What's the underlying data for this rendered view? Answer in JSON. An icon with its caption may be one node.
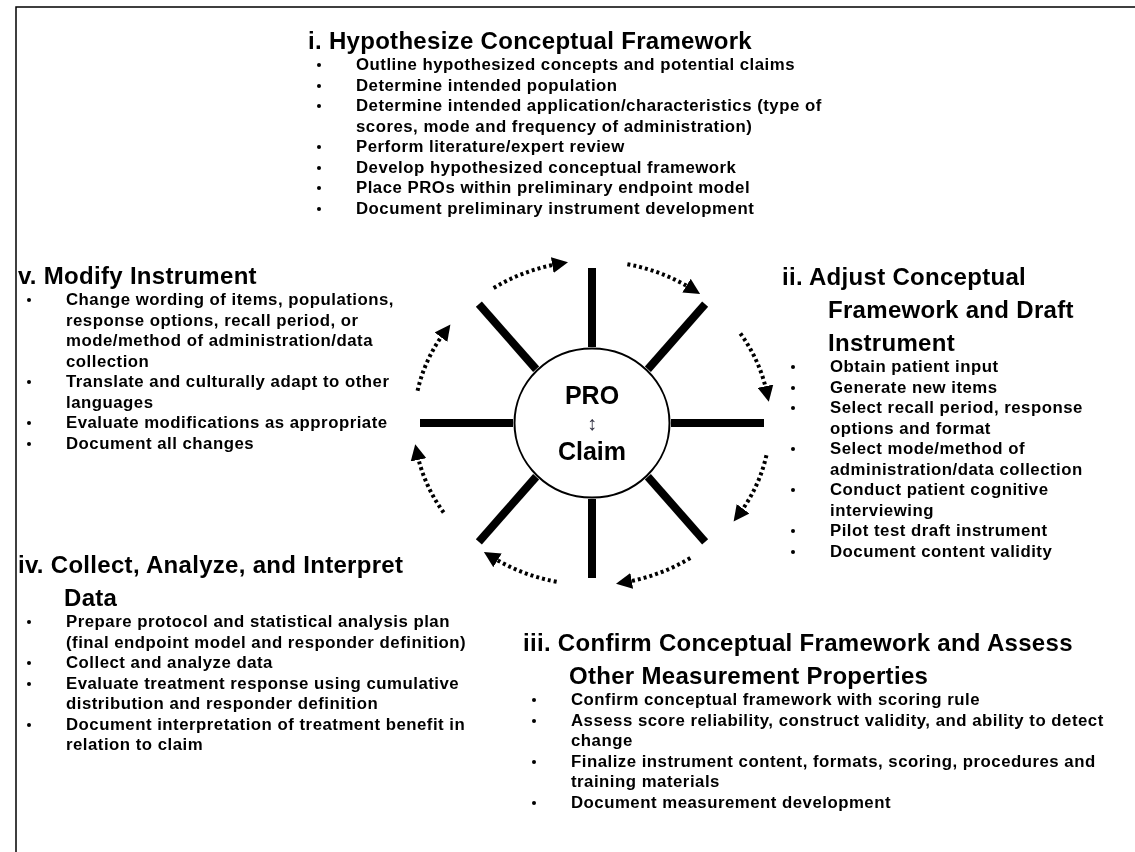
{
  "diagram": {
    "nodes": [
      {
        "text": [
          "PRO",
          "↕",
          "Claim"
        ]
      },
      {
        "text": [
          "i. Hypothesize Conceptual Framework",
          "Outline hypothesized concepts and potential claims",
          "Determine intended population",
          "Determine intended application/characteristics (type of scores, mode and frequency of administration)",
          "Perform literature/expert review",
          "Develop hypothesized conceptual framework",
          "Place PROs within preliminary endpoint model",
          "Document preliminary instrument development"
        ]
      },
      {
        "text": [
          "ii. Adjust Conceptual Framework and Draft Instrument",
          "Obtain patient input",
          "Generate new items",
          "Select recall period, response options and format",
          "Select mode/method of administration/data collection",
          "Conduct patient cognitive interviewing",
          "Pilot test draft instrument",
          "Document content validity"
        ]
      },
      {
        "text": [
          "iii. Confirm Conceptual Framework and Assess Other Measurement Properties",
          "Confirm conceptual framework with scoring rule",
          "Assess score reliability, construct validity, and ability to detect change",
          "Finalize instrument content, formats, scoring, procedures and training materials",
          "Document measurement development"
        ]
      },
      {
        "text": [
          "iv. Collect, Analyze, and Interpret Data",
          "Prepare protocol and statistical analysis plan (final endpoint model and responder definition)",
          "Collect and analyze data",
          "Evaluate treatment response using cumulative distribution and responder definition",
          "Document interpretation of treatment benefit in relation to claim"
        ]
      },
      {
        "text": [
          "v. Modify Instrument",
          "Change wording of items, populations, response options, recall period, or mode/method of administration/data collection",
          "Translate and culturally adapt to other languages",
          "Evaluate modifications as appropriate",
          "Document all changes"
        ]
      }
    ]
  }
}
